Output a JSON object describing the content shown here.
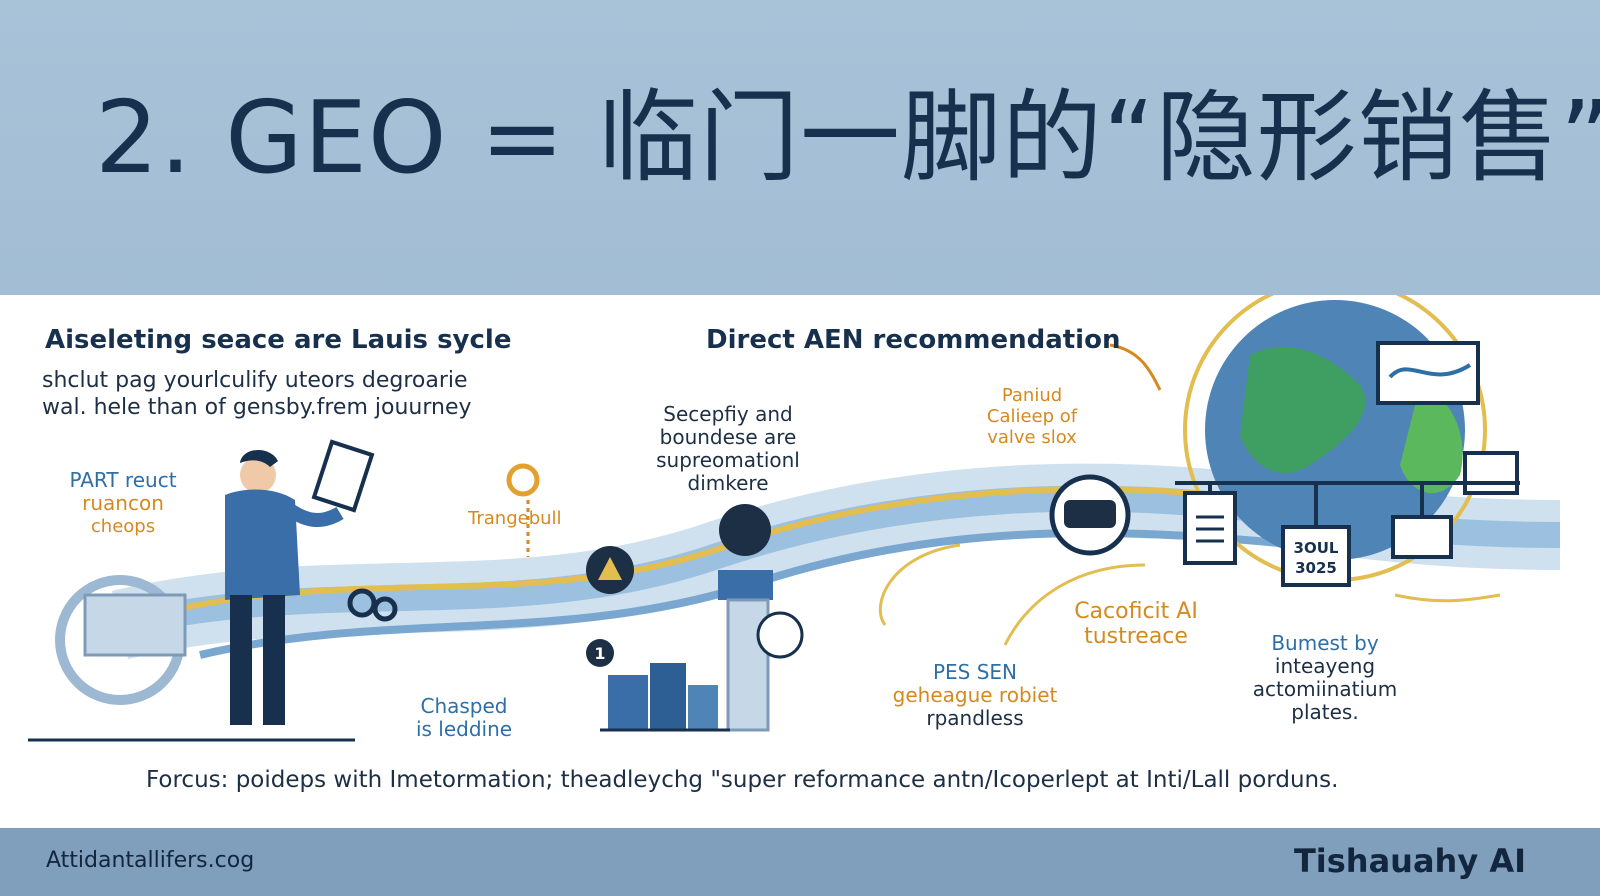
{
  "slide": {
    "title": "2. GEO = 临门一脚的“隐形销售”"
  },
  "left_section": {
    "heading": "Aiseleting seace are Lauis sycle",
    "body": "shclut pag yourlculify uteors degroarie wal. hele than of gensby.frem jouurney"
  },
  "center_section": {
    "heading": "Direct AEN recommendation"
  },
  "labels": {
    "part": [
      "PART reuct",
      "ruancon",
      "cheops"
    ],
    "trangebull": "Trangebull",
    "secepfiy": [
      "Secepfiy and",
      "boundese are",
      "supreomationl",
      "dimkere"
    ],
    "paniud": [
      "Paniud",
      "Calieep of",
      "valve slox"
    ],
    "chasped": [
      "Chasped",
      "is leddine"
    ],
    "pes_sen": [
      "PES SEN",
      "geheague robiet",
      "rpandless"
    ],
    "cacoficit": [
      "Cacoficit AI",
      "tustreace"
    ],
    "bumest": [
      "Bumest by",
      "inteayeng",
      "actomiinatium",
      "plates."
    ],
    "board_code": [
      "3OUL",
      "3025"
    ]
  },
  "focus_line": "Forcus: poideps with Imetormation; theadleychg \"super reformance antn/Icoperlept at Inti/Lall porduns.",
  "footer": {
    "left": "Attidantallifers.cog",
    "right": "Tishauahy AI"
  },
  "colors": {
    "title_band": "#a8c2d8",
    "footer": "#7f9fbd",
    "navy": "#17304d",
    "accent_blue": "#2e6fa6",
    "accent_orange": "#d48a1f",
    "light_blue": "#9cc0df",
    "gold": "#e2bd4f",
    "green": "#4caf50"
  }
}
